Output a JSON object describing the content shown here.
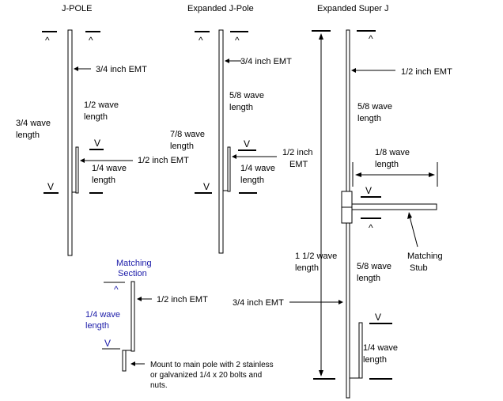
{
  "titles": {
    "jpole": "J-POLE",
    "expanded_jpole": "Expanded J-Pole",
    "super_j": "Expanded Super J"
  },
  "carets": {
    "up": "^",
    "down": "V"
  },
  "jpole": {
    "emt_top": "3/4 inch EMT",
    "half_wave": [
      "1/2 wave",
      "length"
    ],
    "three_quarter": [
      "3/4 wave",
      "length"
    ],
    "quarter_wave": [
      "1/4 wave",
      "length"
    ],
    "emt_stub": "1/2 inch EMT"
  },
  "expanded_jpole": {
    "emt_top": "3/4 inch EMT",
    "five_eighth": [
      "5/8 wave",
      "length"
    ],
    "seven_eighth": [
      "7/8 wave",
      "length"
    ],
    "quarter_wave": [
      "1/4 wave",
      "length"
    ],
    "emt_stub": [
      "1/2 inch",
      "EMT"
    ]
  },
  "super_j": {
    "emt_top": "1/2 inch EMT",
    "five_eighth_top": [
      "5/8 wave",
      "length"
    ],
    "one_eighth": [
      "1/8 wave",
      "length"
    ],
    "matching_stub": [
      "Matching",
      "Stub"
    ],
    "one_half_wave": [
      "1 1/2 wave",
      "length"
    ],
    "five_eighth_bottom": [
      "5/8 wave",
      "length"
    ],
    "emt_mid": "3/4 inch EMT",
    "quarter_wave": [
      "1/4 wave",
      "length"
    ]
  },
  "matching": {
    "title": [
      "Matching",
      "Section"
    ],
    "emt": "1/2 inch EMT",
    "quarter_wave": [
      "1/4 wave",
      "length"
    ],
    "mount": [
      "Mount to main pole with  2 stainless",
      "or galvanized 1/4 x 20 bolts and",
      "nuts."
    ]
  },
  "colors": {
    "line": "#000000",
    "blue_label": "#1a1aa8",
    "background": "#ffffff"
  }
}
